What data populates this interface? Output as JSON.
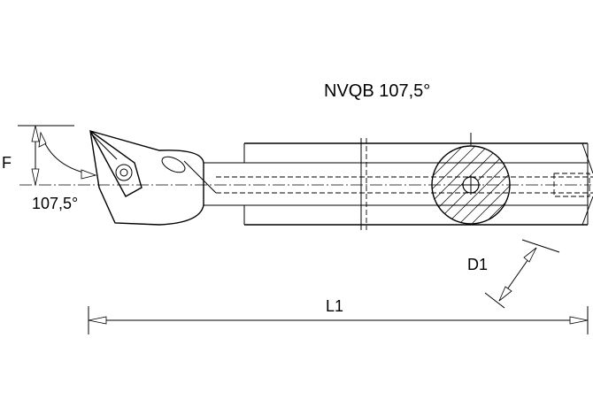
{
  "title": "NVQB 107,5°",
  "labels": {
    "f": "F",
    "angle": "107,5°",
    "d1": "D1",
    "l1": "L1"
  }
}
